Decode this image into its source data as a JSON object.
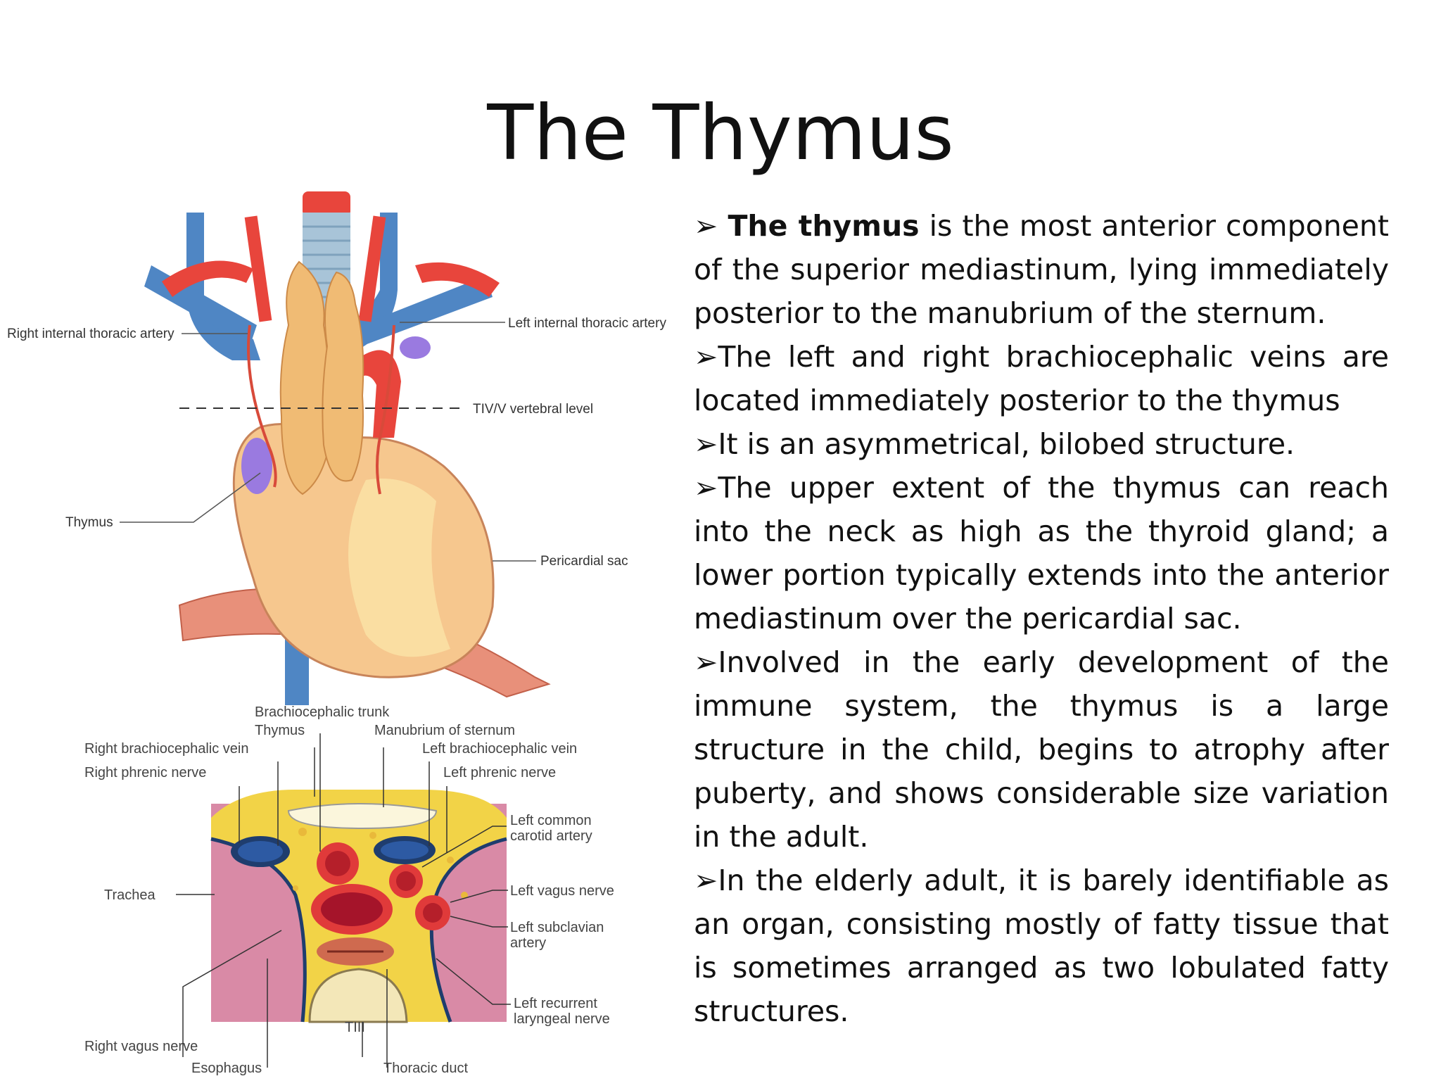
{
  "slide": {
    "title": "The Thymus"
  },
  "figure_top": {
    "labels": {
      "right_internal_thoracic_artery": "Right internal thoracic artery",
      "left_internal_thoracic_artery": "Left internal thoracic artery",
      "vertebral_level": "TIV/V vertebral level",
      "thymus": "Thymus",
      "pericardial_sac": "Pericardial sac"
    }
  },
  "figure_bottom": {
    "labels": {
      "brachiocephalic_trunk": "Brachiocephalic trunk",
      "thymus": "Thymus",
      "manubrium": "Manubrium of sternum",
      "right_brachiocephalic_vein": "Right brachiocephalic vein",
      "left_brachiocephalic_vein": "Left brachiocephalic vein",
      "right_phrenic_nerve": "Right phrenic nerve",
      "left_phrenic_nerve": "Left phrenic nerve",
      "left_common_carotid_1": "Left common",
      "left_common_carotid_2": "carotid artery",
      "trachea": "Trachea",
      "left_vagus_nerve": "Left vagus nerve",
      "left_subclavian_1": "Left subclavian",
      "left_subclavian_2": "artery",
      "left_recurrent_1": "Left recurrent",
      "left_recurrent_2": "laryngeal nerve",
      "tiii": "TIII",
      "right_vagus_nerve": "Right vagus nerve",
      "esophagus": "Esophagus",
      "thoracic_duct": "Thoracic duct"
    }
  },
  "bullets": [
    {
      "bold": "The thymus",
      "text": " is the most anterior component of the superior mediastinum, lying immediately posterior to the manubrium of the sternum."
    },
    {
      "bold": "",
      "text": "The left and right brachiocephalic veins are located immediately posterior to the thymus"
    },
    {
      "bold": "",
      "text": "It is an asymmetrical, bilobed structure."
    },
    {
      "bold": "",
      "text": "The upper extent of the thymus can reach into the neck as high as the thyroid gland; a lower portion typically extends into the anterior mediastinum over the pericardial sac."
    },
    {
      "bold": "",
      "text": "Involved in the early development of the immune system, the thymus is a large structure in the child, begins to atrophy after puberty, and shows considerable size variation in the adult."
    },
    {
      "bold": "",
      "text": "In the elderly adult, it is barely identifiable as an organ, consisting mostly of fatty tissue that is sometimes arranged as two lobulated fatty structures."
    }
  ],
  "bullet_marker": "➢"
}
